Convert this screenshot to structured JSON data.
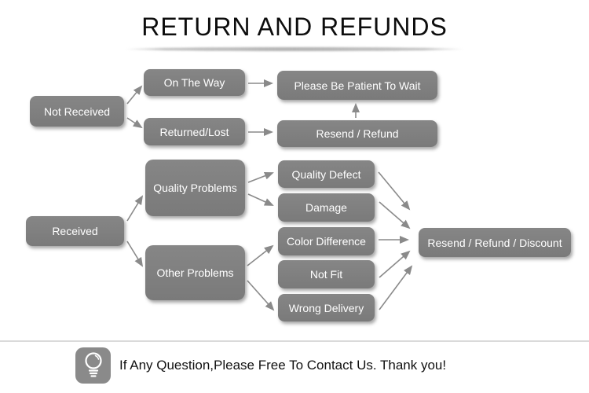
{
  "title": "RETURN AND REFUNDS",
  "colors": {
    "box_fill": "#7e7e7e",
    "box_text": "#ffffff",
    "arrow": "#8a8a8a",
    "title_text": "#0d0d0d",
    "divider": "#dadada",
    "footer_icon_bg": "#8a8a8a"
  },
  "flow": {
    "nodes": {
      "not_received": {
        "label": "Not Received"
      },
      "on_the_way": {
        "label": "On The Way"
      },
      "returned_lost": {
        "label": "Returned/Lost"
      },
      "please_wait": {
        "label": "Please Be Patient To Wait"
      },
      "resend_refund": {
        "label": "Resend / Refund"
      },
      "received": {
        "label": "Received"
      },
      "quality_problems": {
        "label": "Quality Problems"
      },
      "other_problems": {
        "label": "Other Problems"
      },
      "quality_defect": {
        "label": "Quality Defect"
      },
      "damage": {
        "label": "Damage"
      },
      "color_difference": {
        "label": "Color Difference"
      },
      "not_fit": {
        "label": "Not Fit"
      },
      "wrong_delivery": {
        "label": "Wrong Delivery"
      },
      "resend_refund_discount": {
        "label": "Resend / Refund / Discount"
      }
    },
    "edges": [
      {
        "from": "not_received",
        "to": "on_the_way"
      },
      {
        "from": "not_received",
        "to": "returned_lost"
      },
      {
        "from": "on_the_way",
        "to": "please_wait"
      },
      {
        "from": "returned_lost",
        "to": "resend_refund"
      },
      {
        "from": "resend_refund",
        "to": "please_wait"
      },
      {
        "from": "received",
        "to": "quality_problems"
      },
      {
        "from": "received",
        "to": "other_problems"
      },
      {
        "from": "quality_problems",
        "to": "quality_defect"
      },
      {
        "from": "quality_problems",
        "to": "damage"
      },
      {
        "from": "other_problems",
        "to": "color_difference"
      },
      {
        "from": "other_problems",
        "to": "wrong_delivery"
      },
      {
        "from": "quality_defect",
        "to": "resend_refund_discount"
      },
      {
        "from": "damage",
        "to": "resend_refund_discount"
      },
      {
        "from": "color_difference",
        "to": "resend_refund_discount"
      },
      {
        "from": "not_fit",
        "to": "resend_refund_discount"
      },
      {
        "from": "wrong_delivery",
        "to": "resend_refund_discount"
      }
    ]
  },
  "footer": {
    "icon": "lightbulb-icon",
    "message": "If Any Question,Please Free To Contact Us. Thank you!"
  }
}
